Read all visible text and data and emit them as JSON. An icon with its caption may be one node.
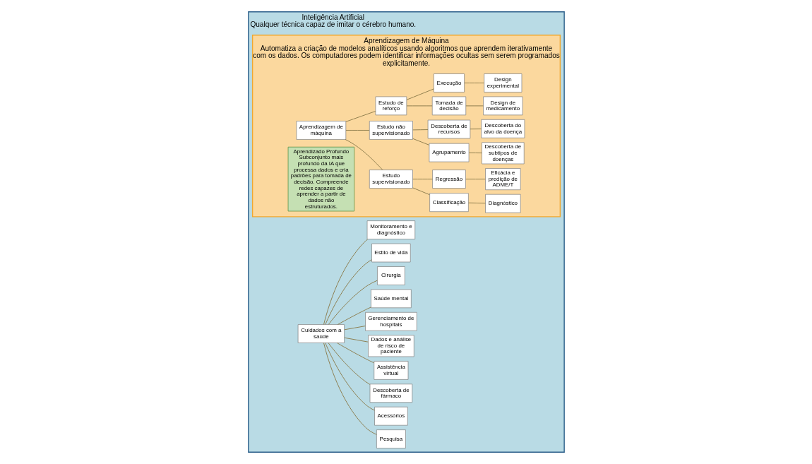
{
  "diagram": {
    "nodes": [
      {
        "text": [
          "Inteligência Artificial",
          "Qualquer técnica capaz de imitar o cérebro humano."
        ]
      },
      {
        "text": [
          "Cuidados com a saúde"
        ],
        "in": 0
      },
      {
        "text": [
          "Pesquisa"
        ],
        "in": 0
      },
      {
        "text": [
          "Acessórios"
        ],
        "in": 0
      },
      {
        "text": [
          "Descoberta de fármaco"
        ],
        "in": 0
      },
      {
        "text": [
          "Assistência virtual"
        ],
        "in": 0
      },
      {
        "text": [
          "Dados e análise de risco de paciente"
        ],
        "in": 0
      },
      {
        "text": [
          "Gerenciamento de hospitais"
        ],
        "in": 0
      },
      {
        "text": [
          "Saúde mental"
        ],
        "in": 0
      },
      {
        "text": [
          "Cirurgia"
        ],
        "in": 0
      },
      {
        "text": [
          "Estilo de vida"
        ],
        "in": 0
      },
      {
        "text": [
          "Monitoramento e diagnóstico"
        ],
        "in": 0
      },
      {
        "text": [
          "Aprendizagem de Máquina",
          "Automatiza a criação de modelos analíticos usando algoritmos que aprendem iterativamente com os dados. Os computadores podem identificar informações ocultas sem serem programados explicitamente."
        ],
        "in": 0
      },
      {
        "text": [
          "Aprendizagem de máquina"
        ],
        "in": 12
      },
      {
        "text": [
          "Estudo supervisionado"
        ],
        "in": 12
      },
      {
        "text": [
          "Classificação"
        ],
        "in": 12
      },
      {
        "text": [
          "Diagnóstico"
        ],
        "in": 12
      },
      {
        "text": [
          "Regressão"
        ],
        "in": 12
      },
      {
        "text": [
          "Eficácia e predição de ADME/T"
        ],
        "in": 12
      },
      {
        "text": [
          "Estudo não supervisionado"
        ],
        "in": 12
      },
      {
        "text": [
          "Agrupamento"
        ],
        "in": 12
      },
      {
        "text": [
          "Descoberta de subtipos de doenças"
        ],
        "in": 12
      },
      {
        "text": [
          "Descoberta de recursos"
        ],
        "in": 12
      },
      {
        "text": [
          "Descoberta do alvo da doença"
        ],
        "in": 12
      },
      {
        "text": [
          "Estudo de reforço"
        ],
        "in": 12
      },
      {
        "text": [
          "Tomada de decisão"
        ],
        "in": 12
      },
      {
        "text": [
          "Design de medicamento"
        ],
        "in": 12
      },
      {
        "text": [
          "Execução"
        ],
        "in": 12
      },
      {
        "text": [
          "Design experimental"
        ],
        "in": 12
      },
      {
        "text": [
          "Aprendizado Profundo",
          "Subconjunto mais profundo da IA que processa dados e cria padrões para tomada de decisão. Compreende redes capazes de aprender a partir de dados não estruturados."
        ],
        "in": 12
      }
    ],
    "edges": [
      {
        "from": 1,
        "to": 2,
        "arrow": "none"
      },
      {
        "from": 1,
        "to": 3,
        "arrow": "none"
      },
      {
        "from": 1,
        "to": 4,
        "arrow": "none"
      },
      {
        "from": 1,
        "to": 5,
        "arrow": "none"
      },
      {
        "from": 1,
        "to": 6,
        "arrow": "none"
      },
      {
        "from": 1,
        "to": 7,
        "arrow": "none"
      },
      {
        "from": 1,
        "to": 8,
        "arrow": "none"
      },
      {
        "from": 1,
        "to": 9,
        "arrow": "none"
      },
      {
        "from": 1,
        "to": 10,
        "arrow": "none"
      },
      {
        "from": 1,
        "to": 11,
        "arrow": "none"
      },
      {
        "from": 13,
        "to": 14,
        "arrow": "none"
      },
      {
        "from": 13,
        "to": 19,
        "arrow": "none"
      },
      {
        "from": 13,
        "to": 24,
        "arrow": "none"
      },
      {
        "from": 14,
        "to": 15,
        "arrow": "none"
      },
      {
        "from": 14,
        "to": 17,
        "arrow": "none"
      },
      {
        "from": 15,
        "to": 16,
        "arrow": "none"
      },
      {
        "from": 17,
        "to": 18,
        "arrow": "none"
      },
      {
        "from": 19,
        "to": 20,
        "arrow": "none"
      },
      {
        "from": 19,
        "to": 22,
        "arrow": "none"
      },
      {
        "from": 20,
        "to": 21,
        "arrow": "none"
      },
      {
        "from": 22,
        "to": 23,
        "arrow": "none"
      },
      {
        "from": 24,
        "to": 25,
        "arrow": "none"
      },
      {
        "from": 24,
        "to": 27,
        "arrow": "none"
      },
      {
        "from": 25,
        "to": 26,
        "arrow": "none"
      },
      {
        "from": 27,
        "to": 28,
        "arrow": "none"
      }
    ]
  }
}
